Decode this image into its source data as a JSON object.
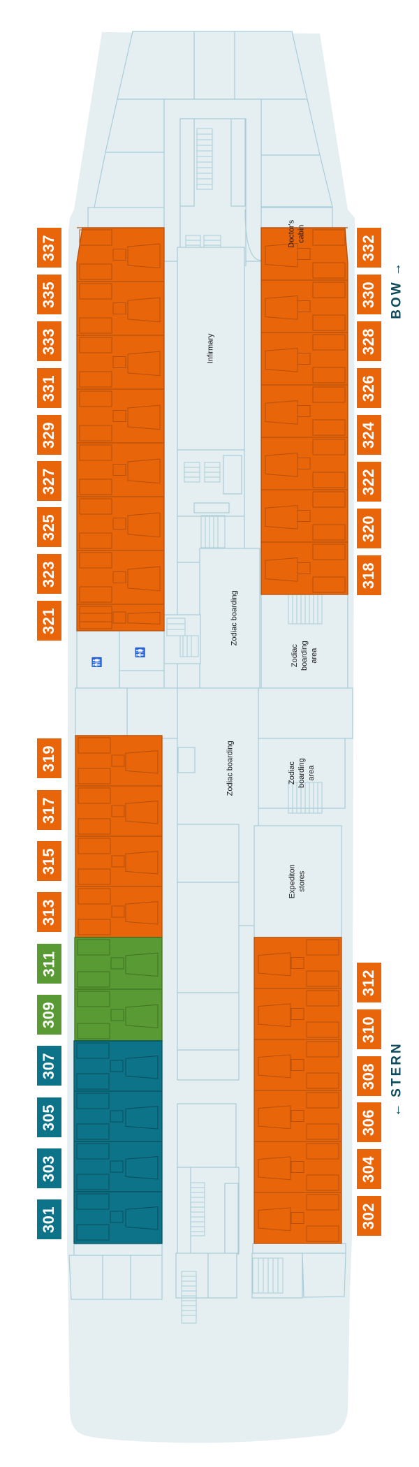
{
  "colors": {
    "hull": "#e5eff2",
    "wall": "#a9cdd8",
    "standard_cabin": "#e8650a",
    "standard_cabin_stroke": "#b4500c",
    "green_cabin": "#5a9a34",
    "green_cabin_stroke": "#3f7322",
    "teal_cabin": "#0d7388",
    "teal_cabin_stroke": "#0a4d5c",
    "direction_text": "#0d4a5c"
  },
  "directions": {
    "bow": "BOW",
    "bow_arrow": "→",
    "stern": "STERN",
    "stern_arrow": "←"
  },
  "rooms": {
    "doctors_cabin": "Doctor's\ncabin",
    "infirmary": "Infirmary",
    "zodiac_boarding_upper": "Zodiac boarding",
    "zodiac_boarding_lower": "Zodiac boarding",
    "zodiac_boarding_area_upper": "Zodiac\nboarding\narea",
    "zodiac_boarding_area_lower": "Zodiac\nboarding\narea",
    "expedition_stores": "Expediton\nstores"
  },
  "restroom_icon": "🚻",
  "cabins_port": [
    {
      "number": "337",
      "category": "standard"
    },
    {
      "number": "335",
      "category": "standard"
    },
    {
      "number": "333",
      "category": "standard"
    },
    {
      "number": "331",
      "category": "standard"
    },
    {
      "number": "329",
      "category": "standard"
    },
    {
      "number": "327",
      "category": "standard"
    },
    {
      "number": "325",
      "category": "standard"
    },
    {
      "number": "323",
      "category": "standard"
    },
    {
      "number": "321",
      "category": "standard"
    },
    {
      "number": "319",
      "category": "standard"
    },
    {
      "number": "317",
      "category": "standard"
    },
    {
      "number": "315",
      "category": "standard"
    },
    {
      "number": "313",
      "category": "standard"
    },
    {
      "number": "311",
      "category": "green"
    },
    {
      "number": "309",
      "category": "green"
    },
    {
      "number": "307",
      "category": "teal"
    },
    {
      "number": "305",
      "category": "teal"
    },
    {
      "number": "303",
      "category": "teal"
    },
    {
      "number": "301",
      "category": "teal"
    }
  ],
  "cabins_starboard": [
    {
      "number": "332",
      "category": "standard"
    },
    {
      "number": "330",
      "category": "standard"
    },
    {
      "number": "328",
      "category": "standard"
    },
    {
      "number": "326",
      "category": "standard"
    },
    {
      "number": "324",
      "category": "standard"
    },
    {
      "number": "322",
      "category": "standard"
    },
    {
      "number": "320",
      "category": "standard"
    },
    {
      "number": "318",
      "category": "standard"
    },
    {
      "number": "312",
      "category": "standard"
    },
    {
      "number": "310",
      "category": "standard"
    },
    {
      "number": "308",
      "category": "standard"
    },
    {
      "number": "306",
      "category": "standard"
    },
    {
      "number": "304",
      "category": "standard"
    },
    {
      "number": "302",
      "category": "standard"
    }
  ]
}
